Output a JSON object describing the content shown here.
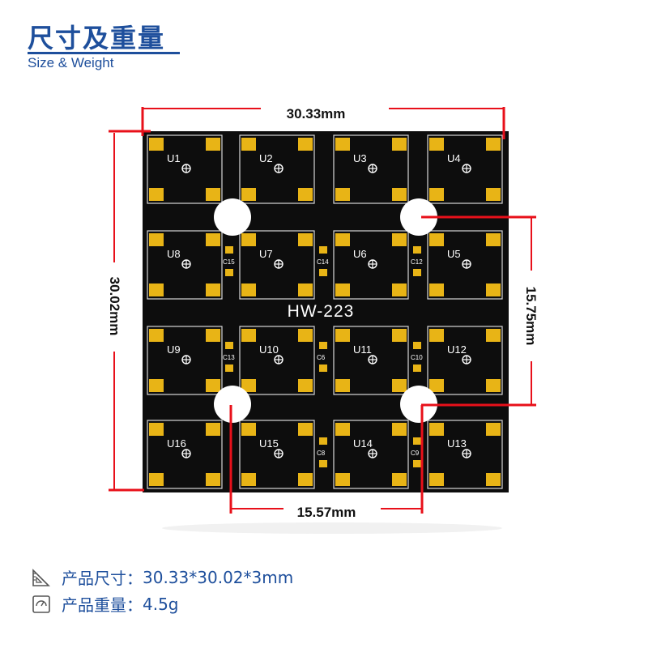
{
  "header": {
    "title": "尺寸及重量",
    "subtitle": "Size & Weight"
  },
  "board": {
    "name": "HW-223",
    "chips": [
      "U1",
      "U2",
      "U3",
      "U4",
      "U8",
      "U7",
      "U6",
      "U5",
      "U9",
      "U10",
      "U11",
      "U12",
      "U16",
      "U15",
      "U14",
      "U13"
    ],
    "capacitors": [
      "C15",
      "C14",
      "C12",
      "C13",
      "C6",
      "C10",
      "C8",
      "C9"
    ]
  },
  "dimensions": {
    "width": "30.33mm",
    "height": "30.02mm",
    "hole_spacing_vertical": "15.75mm",
    "hole_spacing_horizontal": "15.57mm"
  },
  "specs": {
    "size_label": "产品尺寸：",
    "size_value": "30.33*30.02*3mm",
    "weight_label": "产品重量：",
    "weight_value": "4.5g"
  },
  "colors": {
    "brand": "#1e4f9c",
    "pcb": "#0d0d0d",
    "pad": "#e8b416",
    "dimension_line": "#e8101a"
  }
}
